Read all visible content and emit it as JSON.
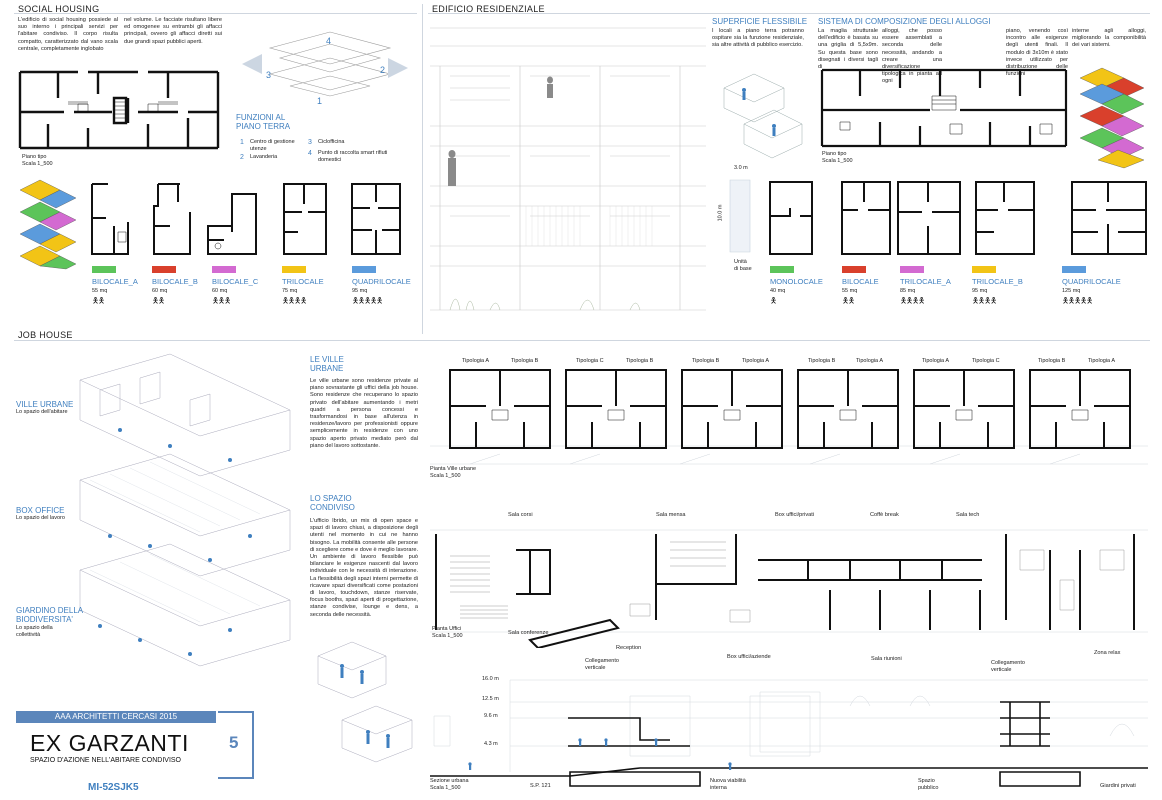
{
  "social": {
    "header": "SOCIAL HOUSING",
    "intro_col1": "L'edificio di social housing possiede al suo interno i principali servizi per l'abitare condiviso. Il corpo risulta compatto, caratterizzato dal vano scala centrale, completamente inglobato",
    "intro_col2": "nel volume. Le facciate risultano libere ed omogenee su entrambi gli affacci principali, ovvero gli affacci diretti sui due grandi spazi pubblici aperti.",
    "plan_caption_1": "Piano tipo",
    "plan_caption_2": "Scala 1_500",
    "funzioni_title_1": "FUNZIONI AL",
    "funzioni_title_2": "PIANO TERRA",
    "functions": [
      {
        "num": "1",
        "label": "Centro di gestione utenze"
      },
      {
        "num": "2",
        "label": "Lavanderia"
      },
      {
        "num": "3",
        "label": "Ciclofficina"
      },
      {
        "num": "4",
        "label": "Punto di raccolta smart rifiuti domestici"
      }
    ],
    "axo_nums": [
      "4",
      "3",
      "2",
      "1"
    ],
    "units": [
      {
        "name": "BILOCALE_A",
        "mq": "55 mq",
        "color": "#5cc45a",
        "people": "2"
      },
      {
        "name": "BILOCALE_B",
        "mq": "60 mq",
        "color": "#d9402c",
        "people": "2"
      },
      {
        "name": "BILOCALE_C",
        "mq": "60 mq",
        "color": "#d36ad1",
        "people": "3"
      },
      {
        "name": "TRILOCALE",
        "mq": "75 mq",
        "color": "#f2c416",
        "people": "4"
      },
      {
        "name": "QUADRILOCALE",
        "mq": "95 mq",
        "color": "#5b9bdc",
        "people": "5"
      }
    ]
  },
  "residential": {
    "header": "EDIFICIO RESIDENZIALE",
    "flex_title": "SUPERFICIE FLESSIBILE",
    "flex_text": "I locali a piano terra potranno ospitare sia la funzione residenziale, sia altre attività di pubblico esercizio.",
    "system_title": "SISTEMA DI COMPOSIZIONE DEGLI ALLOGGI",
    "system_col1": "La maglia strutturale dell'edificio è basata su una griglia di 5,5x9m. Su questa base sono disegnati i diversi tagli di",
    "system_col2": "alloggi, che posso essere assemblati a seconda delle necessità, andando a creare una diversificazione tipologica in pianta ad ogni",
    "system_col3": "piano, venendo così incontro alle esigenze degli utenti finali. Il modulo di 3x10m è stato invece utilizzato per distribuzione delle funzioni",
    "system_col4": "interne agli alloggi, migliorando la componibilità dei vari sistemi.",
    "plan_caption_1": "Piano tipo",
    "plan_caption_2": "Scala 1_500",
    "dim_30": "3.0 m",
    "dim_100": "10.0 m",
    "unit_label_1": "Unità",
    "unit_label_2": "di base",
    "units": [
      {
        "name": "MONOLOCALE",
        "mq": "40 mq",
        "color": "#5cc45a",
        "people": "1"
      },
      {
        "name": "BILOCALE",
        "mq": "55 mq",
        "color": "#d9402c",
        "people": "2"
      },
      {
        "name": "TRILOCALE_A",
        "mq": "85 mq",
        "color": "#d36ad1",
        "people": "4"
      },
      {
        "name": "TRILOCALE_B",
        "mq": "95 mq",
        "color": "#f2c416",
        "people": "4"
      },
      {
        "name": "QUADRILOCALE",
        "mq": "125 mq",
        "color": "#5b9bdc",
        "people": "5"
      }
    ]
  },
  "job": {
    "header": "JOB HOUSE",
    "ville_title": "VILLE URBANE",
    "ville_sub": "Lo spazio dell'abitare",
    "box_title": "BOX OFFICE",
    "box_sub": "Lo spazio del lavoro",
    "giardino_title_1": "GIARDINO DELLA",
    "giardino_title_2": "BIODIVERSITA'",
    "giardino_sub_1": "Lo spazio della",
    "giardino_sub_2": "collettività",
    "le_ville_title_1": "LE VILLE",
    "le_ville_title_2": "URBANE",
    "le_ville_text": "Le ville urbane sono residenze private al piano sovrastante gli uffici della job house. Sono residenze che recuperano lo spazio privato dell'abitare aumentando i metri quadri a persona concessi e trasformandosi in base all'utenza in residenze/lavoro per professionisti oppure semplicemente in residenze con uno spazio aperto privato mediato però dal piano del lavoro sottostante.",
    "condiviso_title_1": "LO SPAZIO",
    "condiviso_title_2": "CONDIVISO",
    "condiviso_text": "L'ufficio Ibrido, un mix di open space e spazi di lavoro chiusi, a disposizione degli utenti nel momento in cui ne hanno bisogno. La mobilità consente alle persone di scegliere come e dove è meglio lavorare. Un ambiente di lavoro flessibile può bilanciare le esigenze nascenti dal lavoro individuale con le necessità di interazione. La flessibilità degli spazi interni permette di ricavare spazi diversificati come postazioni di lavoro, touchdown, stanze riservate, focus booths, spazi aperti di progettazione, stanze condivise, lounge e dens, a seconda delle necessità.",
    "tipologie": [
      "Tipologia A",
      "Tipologia B",
      "Tipologia C",
      "Tipologia B",
      "Tipologia B",
      "Tipologia A",
      "Tipologia B",
      "Tipologia A",
      "Tipologia A",
      "Tipologia C",
      "Tipologia B",
      "Tipologia A"
    ],
    "ville_caption_1": "Pianta Ville urbane",
    "ville_caption_2": "Scala 1_500",
    "uffici_caption_1": "Pianta Uffici",
    "uffici_caption_2": "Scala 1_500",
    "office_labels": {
      "sala_corsi": "Sala corsi",
      "sala_mensa": "Sala mensa",
      "box_uffici": "Box uffici/privati",
      "coffe_break": "Coffè break",
      "sala_tech": "Sala tech",
      "sala_conferenze": "Sala conferenze",
      "reception": "Reception",
      "collegamento_1": "Collegamento verticale",
      "box_aziende": "Box uffici/aziende",
      "sala_riunioni": "Sala riunioni",
      "collegamento_2": "Collegamento verticale",
      "zona_relax": "Zona relax"
    },
    "section_levels": [
      "16.0 m",
      "12.5 m",
      "9.6 m",
      "4.3 m"
    ],
    "section_labels": {
      "caption_1": "Sezione urbana",
      "caption_2": "Scala 1_500",
      "sp": "S.P. 121",
      "viabilita_1": "Nuova viabilità",
      "viabilita_2": "interna",
      "spazio_1": "Spazio",
      "spazio_2": "pubblico",
      "giardini": "Giardini privati"
    }
  },
  "title_block": {
    "competition": "AAA ARCHITETTI CERCASI 2015",
    "project": "EX GARZANTI",
    "subtitle": "SPAZIO D'AZIONE NELL'ABITARE CONDIVISO",
    "sheet_number": "5",
    "code": "MI-52SJK5"
  },
  "colors": {
    "accent_blue": "#3f7fbf",
    "title_band": "#5b86bb"
  }
}
